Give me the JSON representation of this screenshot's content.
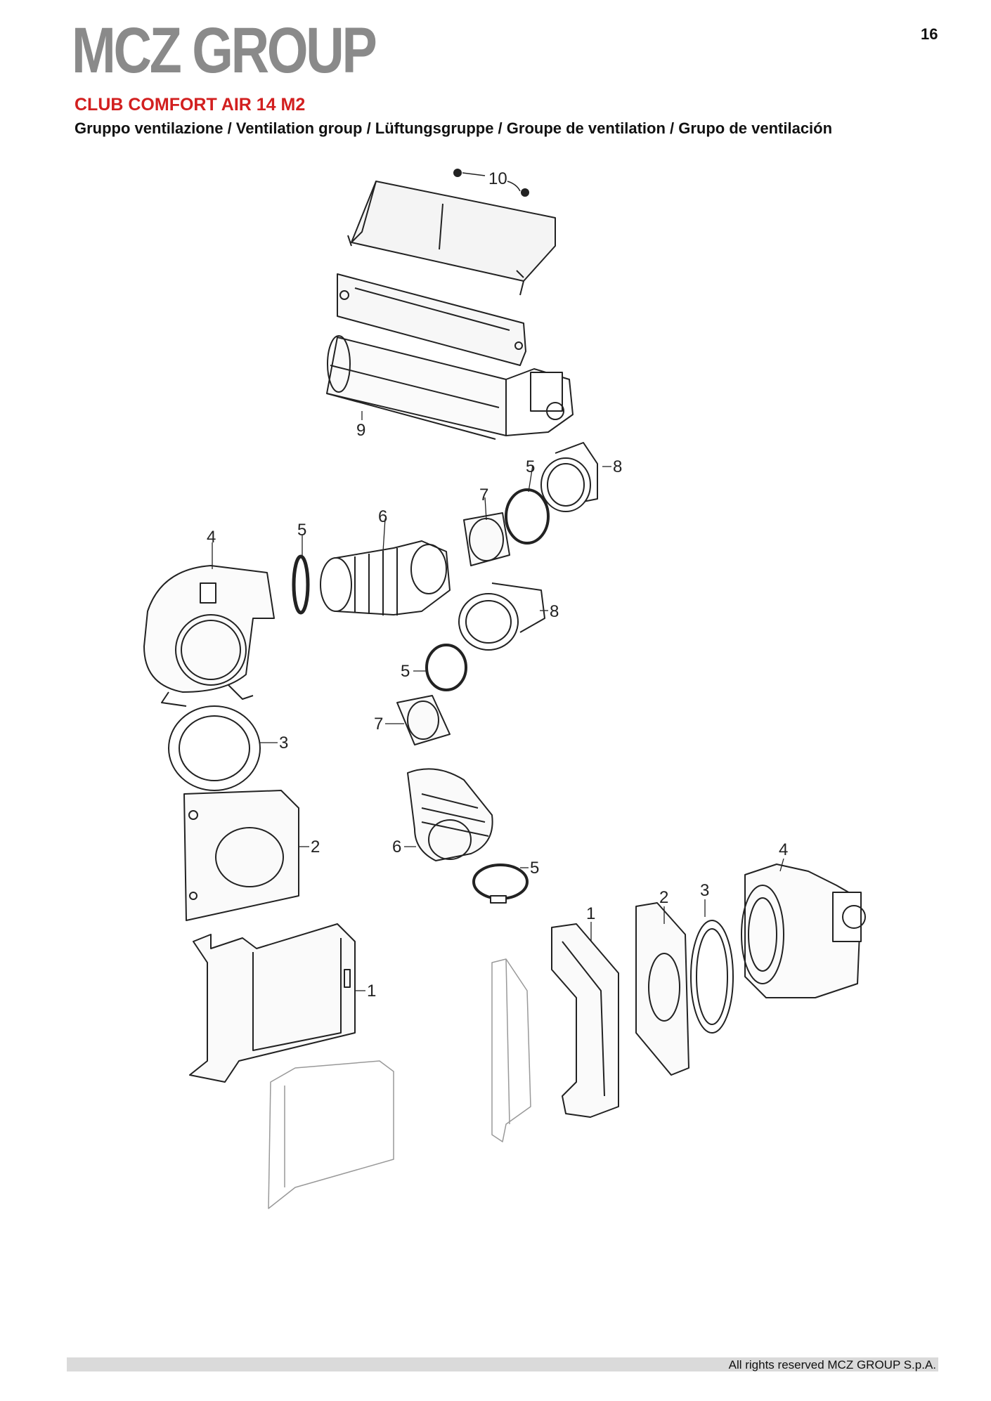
{
  "header": {
    "logo": "MCZ GROUP",
    "page_number": "16",
    "model": "CLUB COMFORT AIR 14 M2",
    "subtitle": "Gruppo ventilazione / Ventilation group / Lüftungsgruppe / Groupe de ventilation / Grupo de ventilación"
  },
  "callouts": {
    "c10": "10",
    "c9": "9",
    "c8a": "8",
    "c5a": "5",
    "c7a": "7",
    "c6a": "6",
    "c5b": "5",
    "c4a": "4",
    "c8b": "8",
    "c5c": "5",
    "c7b": "7",
    "c3a": "3",
    "c2a": "2",
    "c6b": "6",
    "c5d": "5",
    "c1a": "1",
    "c4b": "4",
    "c3b": "3",
    "c2b": "2",
    "c1b": "1"
  },
  "footer": {
    "copyright": "All rights reserved MCZ GROUP S.p.A."
  }
}
